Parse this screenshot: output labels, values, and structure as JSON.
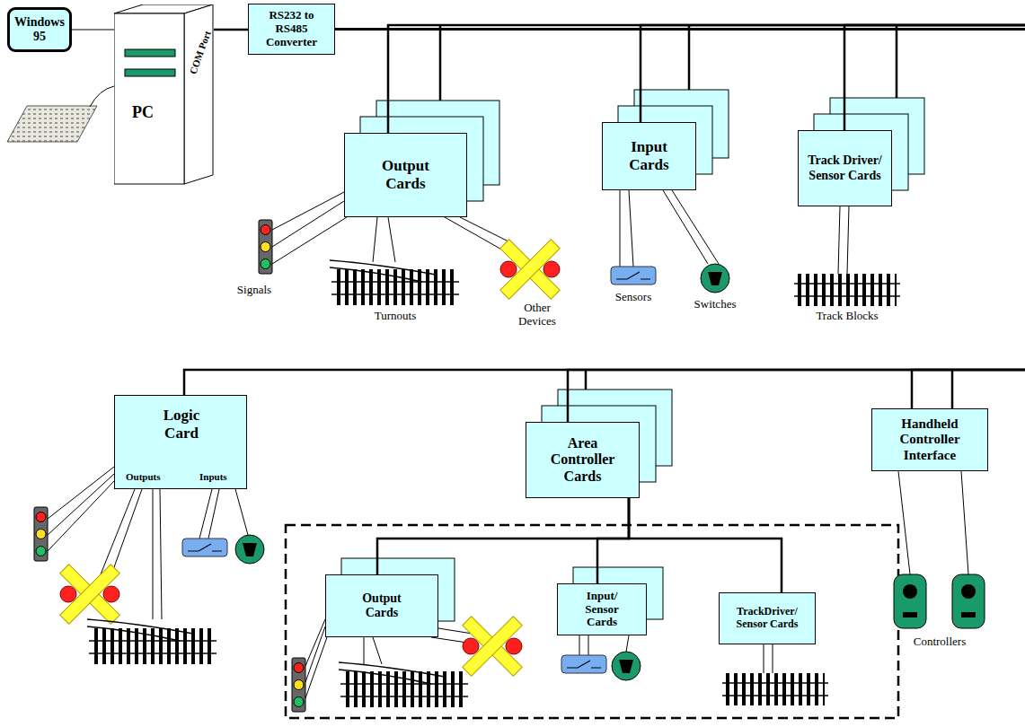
{
  "diagram": {
    "nodes": [
      {
        "text": [
          "Windows 95"
        ]
      },
      {
        "text": [
          "PC",
          "COM Port"
        ]
      },
      {
        "text": [
          "RS232 to RS485 Converter"
        ]
      },
      {
        "text": [
          "Output Cards"
        ]
      },
      {
        "text": [
          "Input Cards"
        ]
      },
      {
        "text": [
          "Track Driver/ Sensor Cards"
        ]
      },
      {
        "text": [
          "Logic Card",
          "Outputs",
          "Inputs"
        ]
      },
      {
        "text": [
          "Area Controller Cards"
        ]
      },
      {
        "text": [
          "Output Cards"
        ]
      },
      {
        "text": [
          "Input/ Sensor Cards"
        ]
      },
      {
        "text": [
          "TrackDriver/ Sensor Cards"
        ]
      },
      {
        "text": [
          "Handheld Controller Interface"
        ]
      }
    ],
    "edges": [
      {
        "from": 0,
        "to": 1,
        "arrow": "none"
      },
      {
        "from": 1,
        "to": 2,
        "arrow": "none"
      },
      {
        "from": 2,
        "to": 3,
        "arrow": "none"
      },
      {
        "from": 2,
        "to": 4,
        "arrow": "none"
      },
      {
        "from": 2,
        "to": 5,
        "arrow": "none"
      },
      {
        "from": 2,
        "to": 6,
        "arrow": "none"
      },
      {
        "from": 2,
        "to": 7,
        "arrow": "none"
      },
      {
        "from": 2,
        "to": 11,
        "arrow": "none"
      },
      {
        "from": 7,
        "to": 8,
        "arrow": "none"
      },
      {
        "from": 7,
        "to": 9,
        "arrow": "none"
      },
      {
        "from": 7,
        "to": 10,
        "arrow": "none"
      }
    ],
    "labels": [
      "Signals",
      "Turnouts",
      "Other Devices",
      "Sensors",
      "Switches",
      "Track Blocks",
      "Controllers"
    ]
  }
}
